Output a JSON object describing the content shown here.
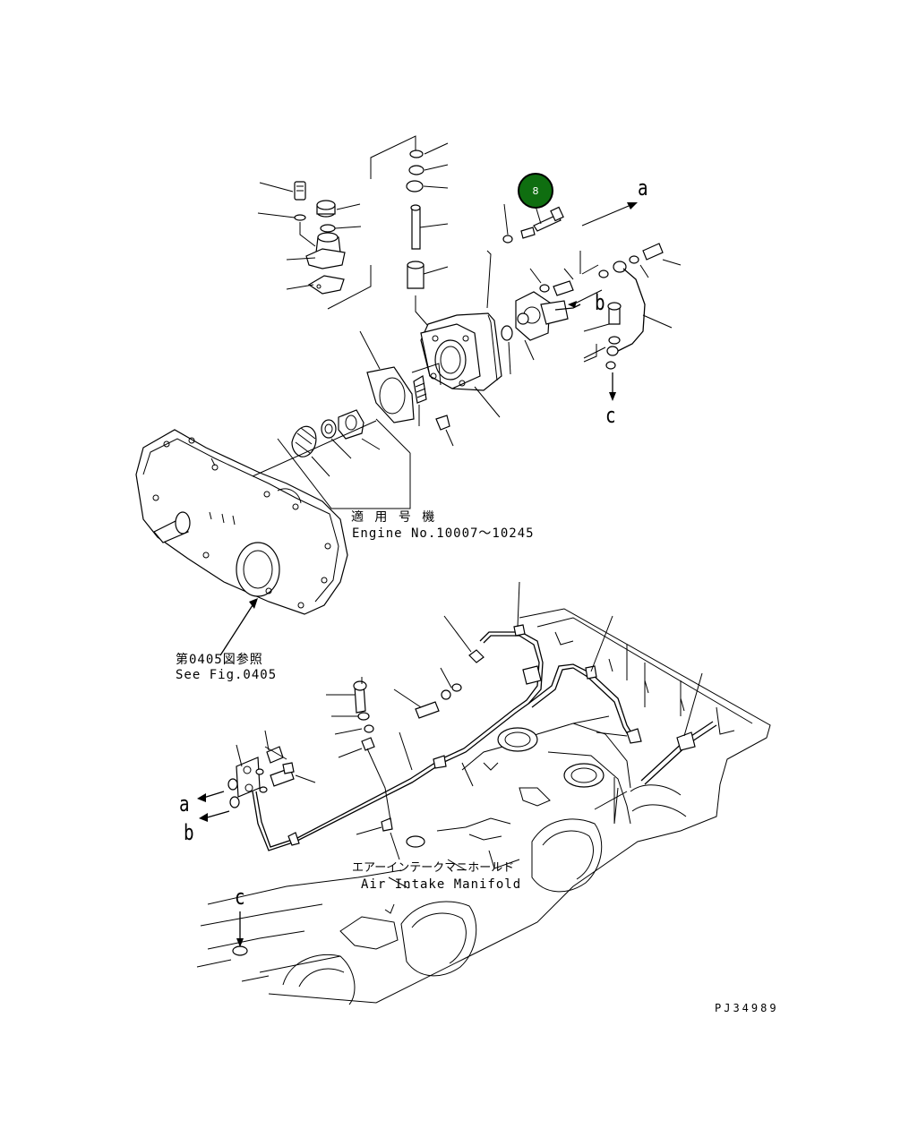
{
  "callout": {
    "number": "8"
  },
  "labels": {
    "applicable_jp": "適 用 号 機",
    "engine_no": "Engine No.10007〜10245",
    "see_fig_jp": "第0405図参照",
    "see_fig_en": "See Fig.0405",
    "manifold_jp": "エアーインテークマニホールド",
    "manifold_en": "Air Intake Manifold",
    "drawing_code": "PJ34989"
  },
  "connectors": {
    "a_top": "a",
    "b_top": "b",
    "c_top": "c",
    "a_bottom": "a",
    "b_bottom": "b",
    "c_bottom": "c"
  },
  "colors": {
    "callout_fill": "#0f6e10",
    "line": "#000000",
    "background": "#ffffff"
  }
}
